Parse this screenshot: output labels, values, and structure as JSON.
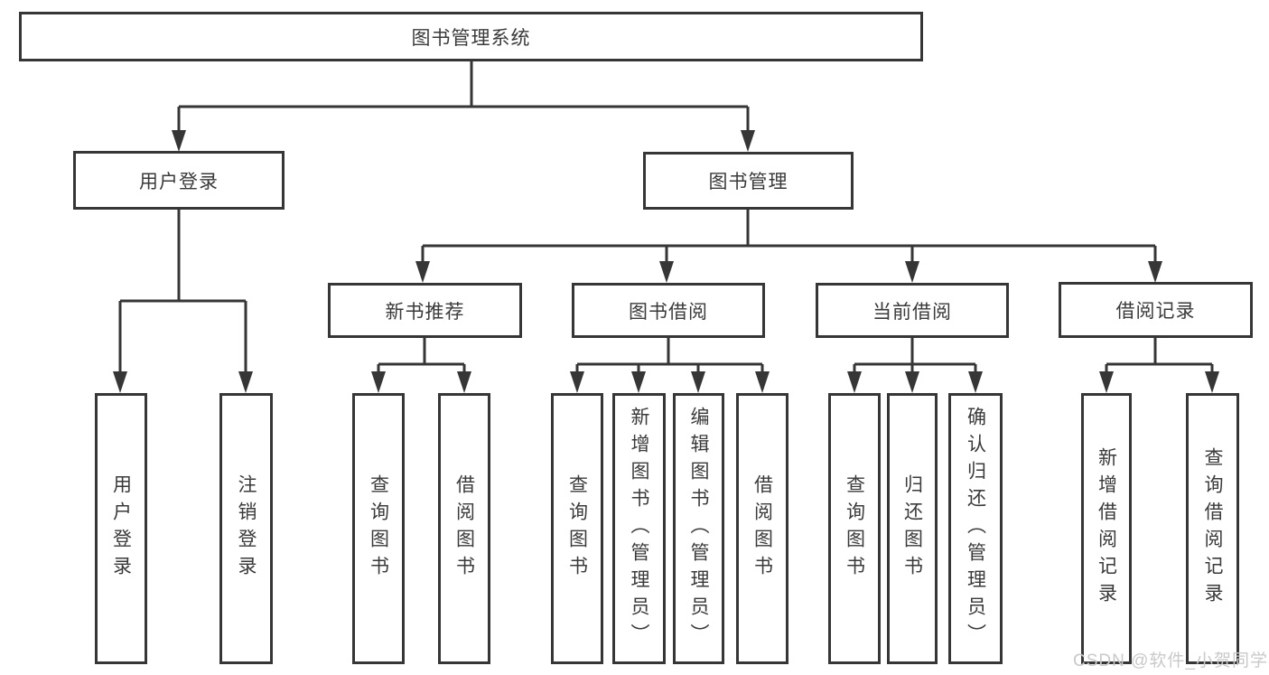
{
  "diagram": {
    "tree": {
      "label": "图书管理系统",
      "children": [
        {
          "label": "用户登录",
          "children": [
            {
              "label": "用户登录"
            },
            {
              "label": "注销登录"
            }
          ]
        },
        {
          "label": "图书管理",
          "children": [
            {
              "label": "新书推荐",
              "children": [
                {
                  "label": "查询图书"
                },
                {
                  "label": "借阅图书"
                }
              ]
            },
            {
              "label": "图书借阅",
              "children": [
                {
                  "label": "查询图书"
                },
                {
                  "label": "新增图书（管理员）"
                },
                {
                  "label": "编辑图书（管理员）"
                },
                {
                  "label": "借阅图书"
                }
              ]
            },
            {
              "label": "当前借阅",
              "children": [
                {
                  "label": "查询图书"
                },
                {
                  "label": "归还图书"
                },
                {
                  "label": "确认归还（管理员）"
                }
              ]
            },
            {
              "label": "借阅记录",
              "children": [
                {
                  "label": "新增借阅记录"
                },
                {
                  "label": "查询借阅记录"
                }
              ]
            }
          ]
        }
      ]
    },
    "colors": {
      "line": "#363636",
      "text": "#3a3a3a",
      "background": "#ffffff",
      "watermark": "#c9c9c9"
    },
    "watermark": "CSDN @软件_小贺同学"
  }
}
